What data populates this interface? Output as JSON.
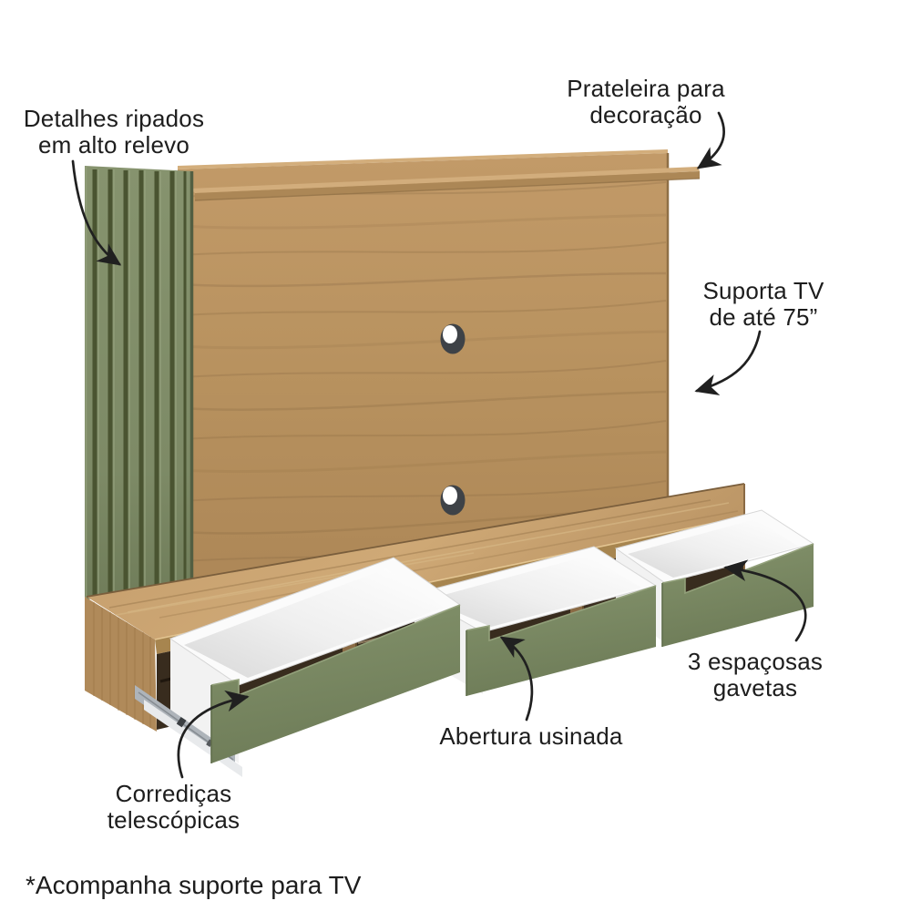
{
  "diagram": {
    "title_context": "TV panel product feature diagram",
    "footnote": "*Acompanha suporte para TV",
    "labels": {
      "slats": {
        "line1": "Detalhes ripados",
        "line2": "em alto relevo"
      },
      "shelf": {
        "line1": "Prateleira para",
        "line2": "decoração"
      },
      "tv": {
        "line1": "Suporta TV",
        "line2": "de até 75”"
      },
      "drawers": {
        "line1": "3 espaçosas",
        "line2": "gavetas"
      },
      "opening": {
        "line1": "Abertura usinada"
      },
      "slides": {
        "line1": "Corrediças",
        "line2": "telescópicas"
      }
    },
    "depicted": {
      "drawer_count": 3,
      "cable_grommet_count": 2
    },
    "colors": {
      "background": "#ffffff",
      "wood_light": "#c9a674",
      "wood_mid": "#b8925f",
      "wood_dark": "#9e7a4d",
      "slat_green": "#808d69",
      "slat_groove": "#4a5431",
      "drawer_front_green": "#7b8a63",
      "drawer_box_white": "#fdfdfd",
      "opening_dark": "#382c1e",
      "slide_metal": "#b7bdc3",
      "annotation_text": "#1d1d1d"
    }
  }
}
